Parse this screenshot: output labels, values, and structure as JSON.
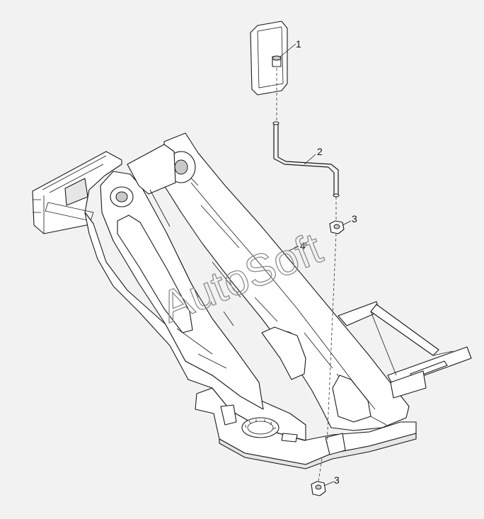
{
  "watermark": "AutoSoft",
  "callouts": {
    "c1": "1",
    "c2": "2",
    "c3_top": "3",
    "c4": "4",
    "c3_bottom": "3"
  }
}
